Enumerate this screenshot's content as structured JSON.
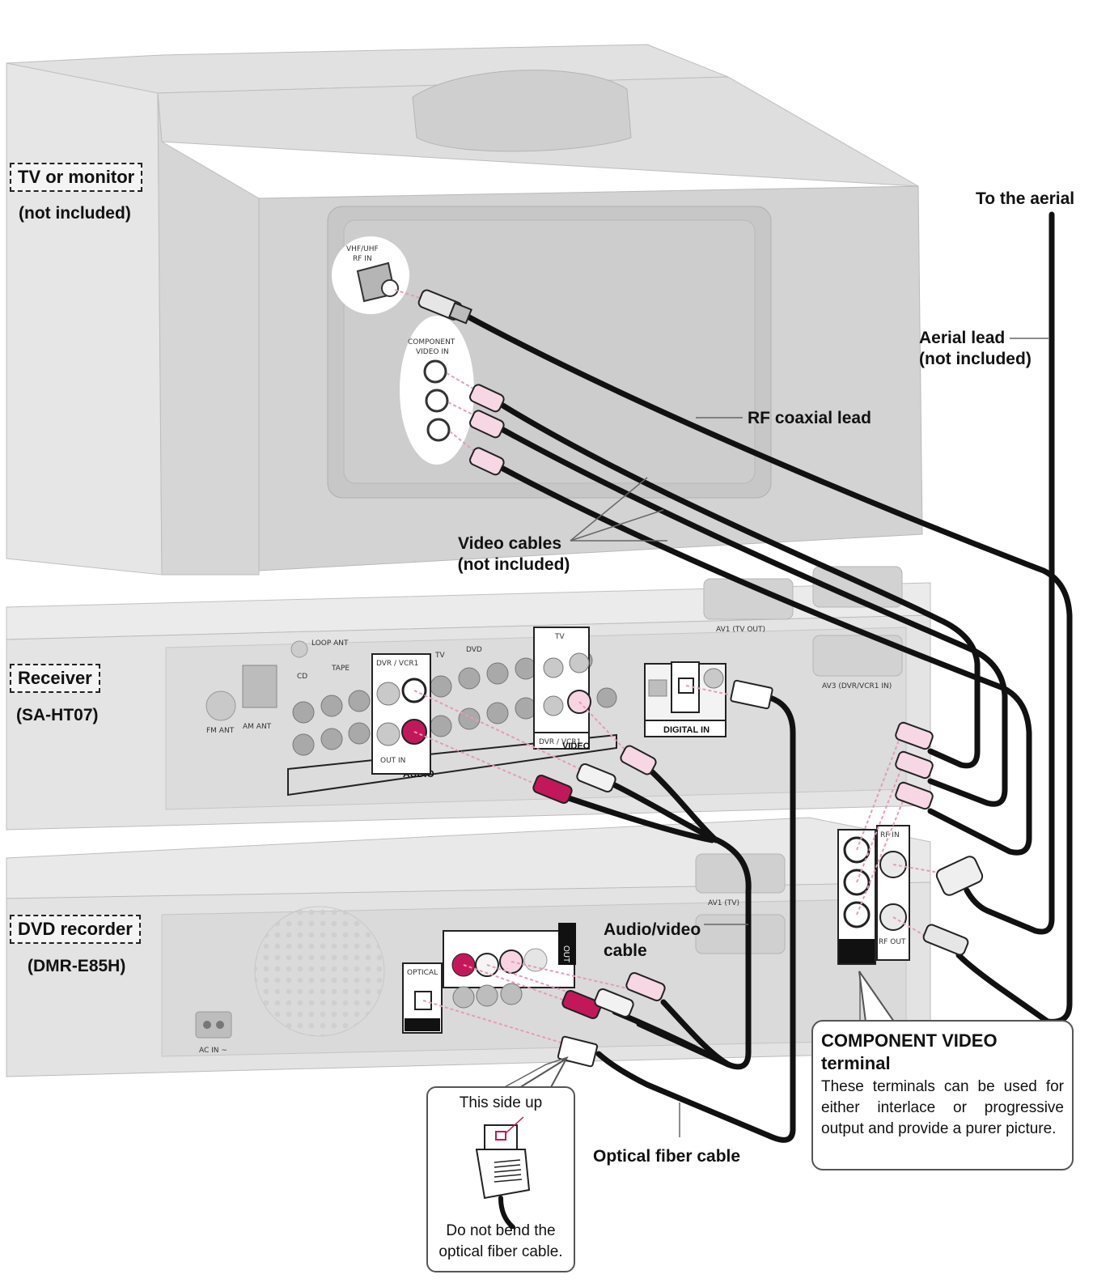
{
  "devices": {
    "tv": {
      "label": "TV or monitor",
      "sub": "(not included)"
    },
    "receiver": {
      "label": "Receiver",
      "sub": "(SA-HT07)"
    },
    "dvd": {
      "label": "DVD recorder",
      "sub": "(DMR-E85H)"
    }
  },
  "cables": {
    "aerial_dest": "To the aerial",
    "aerial_lead": [
      "Aerial lead",
      "(not included)"
    ],
    "rf_coax": "RF coaxial lead",
    "video_cables": [
      "Video cables",
      "(not included)"
    ],
    "av_cable": [
      "Audio/video",
      "cable"
    ],
    "optical": "Optical fiber cable"
  },
  "panel_text": {
    "vhf": [
      "VHF/UHF",
      "RF IN"
    ],
    "component_in": [
      "COMPONENT",
      "VIDEO IN"
    ],
    "receiver_labels": [
      "DVR / VCR1",
      "AUDIO",
      "VIDEO",
      "TV",
      "DVD",
      "TAPE",
      "CD",
      "DIGITAL IN",
      "AV1 (TV OUT)",
      "AV3 (DVR/VCR1 IN)",
      "FM ANT",
      "AM ANT",
      "LOOP ANT"
    ],
    "dvd_labels": [
      "OUT",
      "OPTICAL",
      "AV1 (TV)",
      "RF IN",
      "RF OUT",
      "AC IN"
    ]
  },
  "component_callout": {
    "title": [
      "COMPONENT VIDEO",
      "terminal"
    ],
    "body": "These terminals can be used for either interlace or progressive output and provide a purer picture."
  },
  "optical_callout": {
    "top": "This side up",
    "bottom": [
      "Do not bend the",
      "optical fiber cable."
    ]
  },
  "colors": {
    "cable": "#111111",
    "red_plug": "#c2185b",
    "pink_guide": "#e89ab8",
    "device_gray": "#d9d9d9"
  }
}
